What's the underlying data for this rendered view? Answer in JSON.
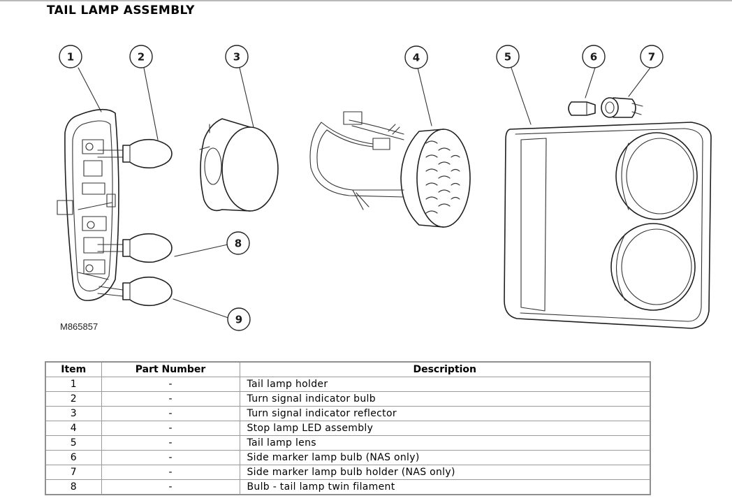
{
  "title": "TAIL LAMP ASSEMBLY",
  "figure": {
    "reference": "M865857",
    "callouts": [
      "1",
      "2",
      "3",
      "4",
      "5",
      "6",
      "7",
      "8",
      "9"
    ]
  },
  "table": {
    "headers": [
      "Item",
      "Part Number",
      "Description"
    ],
    "rows": [
      [
        "1",
        "-",
        "Tail lamp holder"
      ],
      [
        "2",
        "-",
        "Turn signal indicator bulb"
      ],
      [
        "3",
        "-",
        "Turn signal indicator reflector"
      ],
      [
        "4",
        "-",
        "Stop lamp LED assembly"
      ],
      [
        "5",
        "-",
        "Tail lamp lens"
      ],
      [
        "6",
        "-",
        "Side marker lamp bulb (NAS only)"
      ],
      [
        "7",
        "-",
        "Side marker lamp bulb holder (NAS only)"
      ],
      [
        "8",
        "-",
        "Bulb - tail lamp twin filament"
      ]
    ]
  }
}
